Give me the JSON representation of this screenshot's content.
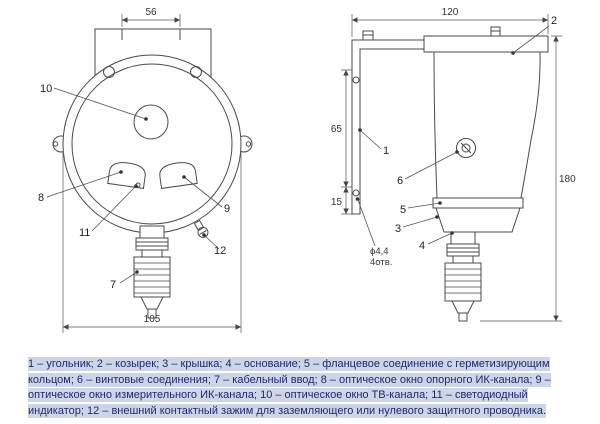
{
  "drawing": {
    "front_view": {
      "dim_width_top": "56",
      "dim_width_bottom": "105",
      "callouts": {
        "c7": "7",
        "c8": "8",
        "c9": "9",
        "c10": "10",
        "c11": "11",
        "c12": "12"
      }
    },
    "side_view": {
      "dim_width_top": "120",
      "dim_left_upper": "65",
      "dim_left_lower": "15",
      "dim_height_right": "180",
      "hole_note_diameter": "ϕ4,4",
      "hole_note_count": "4отв.",
      "callouts": {
        "c1": "1",
        "c2": "2",
        "c3": "3",
        "c4": "4",
        "c5": "5",
        "c6": "6"
      }
    }
  },
  "legend": {
    "lines": [
      "1 – угольник; 2 – козырек; 3 – крышка; 4 – основание; 5 – фланцевое соединение с герметизирующим",
      "кольцом; 6 – винтовые соединения; 7 – кабельный ввод; 8 – оптическое окно опорного ИК-канала; 9 –",
      "оптическое окно измерительного ИК-канала; 10 – оптическое окно ТВ-канала; 11 – светодиодный",
      "индикатор; 12 – внешний контактный зажим для заземляющего или нулевого защитного проводника."
    ]
  },
  "colors": {
    "legend_highlight": "#ccd6e8",
    "legend_text": "#20296a",
    "line_color": "#4a4a4a"
  }
}
